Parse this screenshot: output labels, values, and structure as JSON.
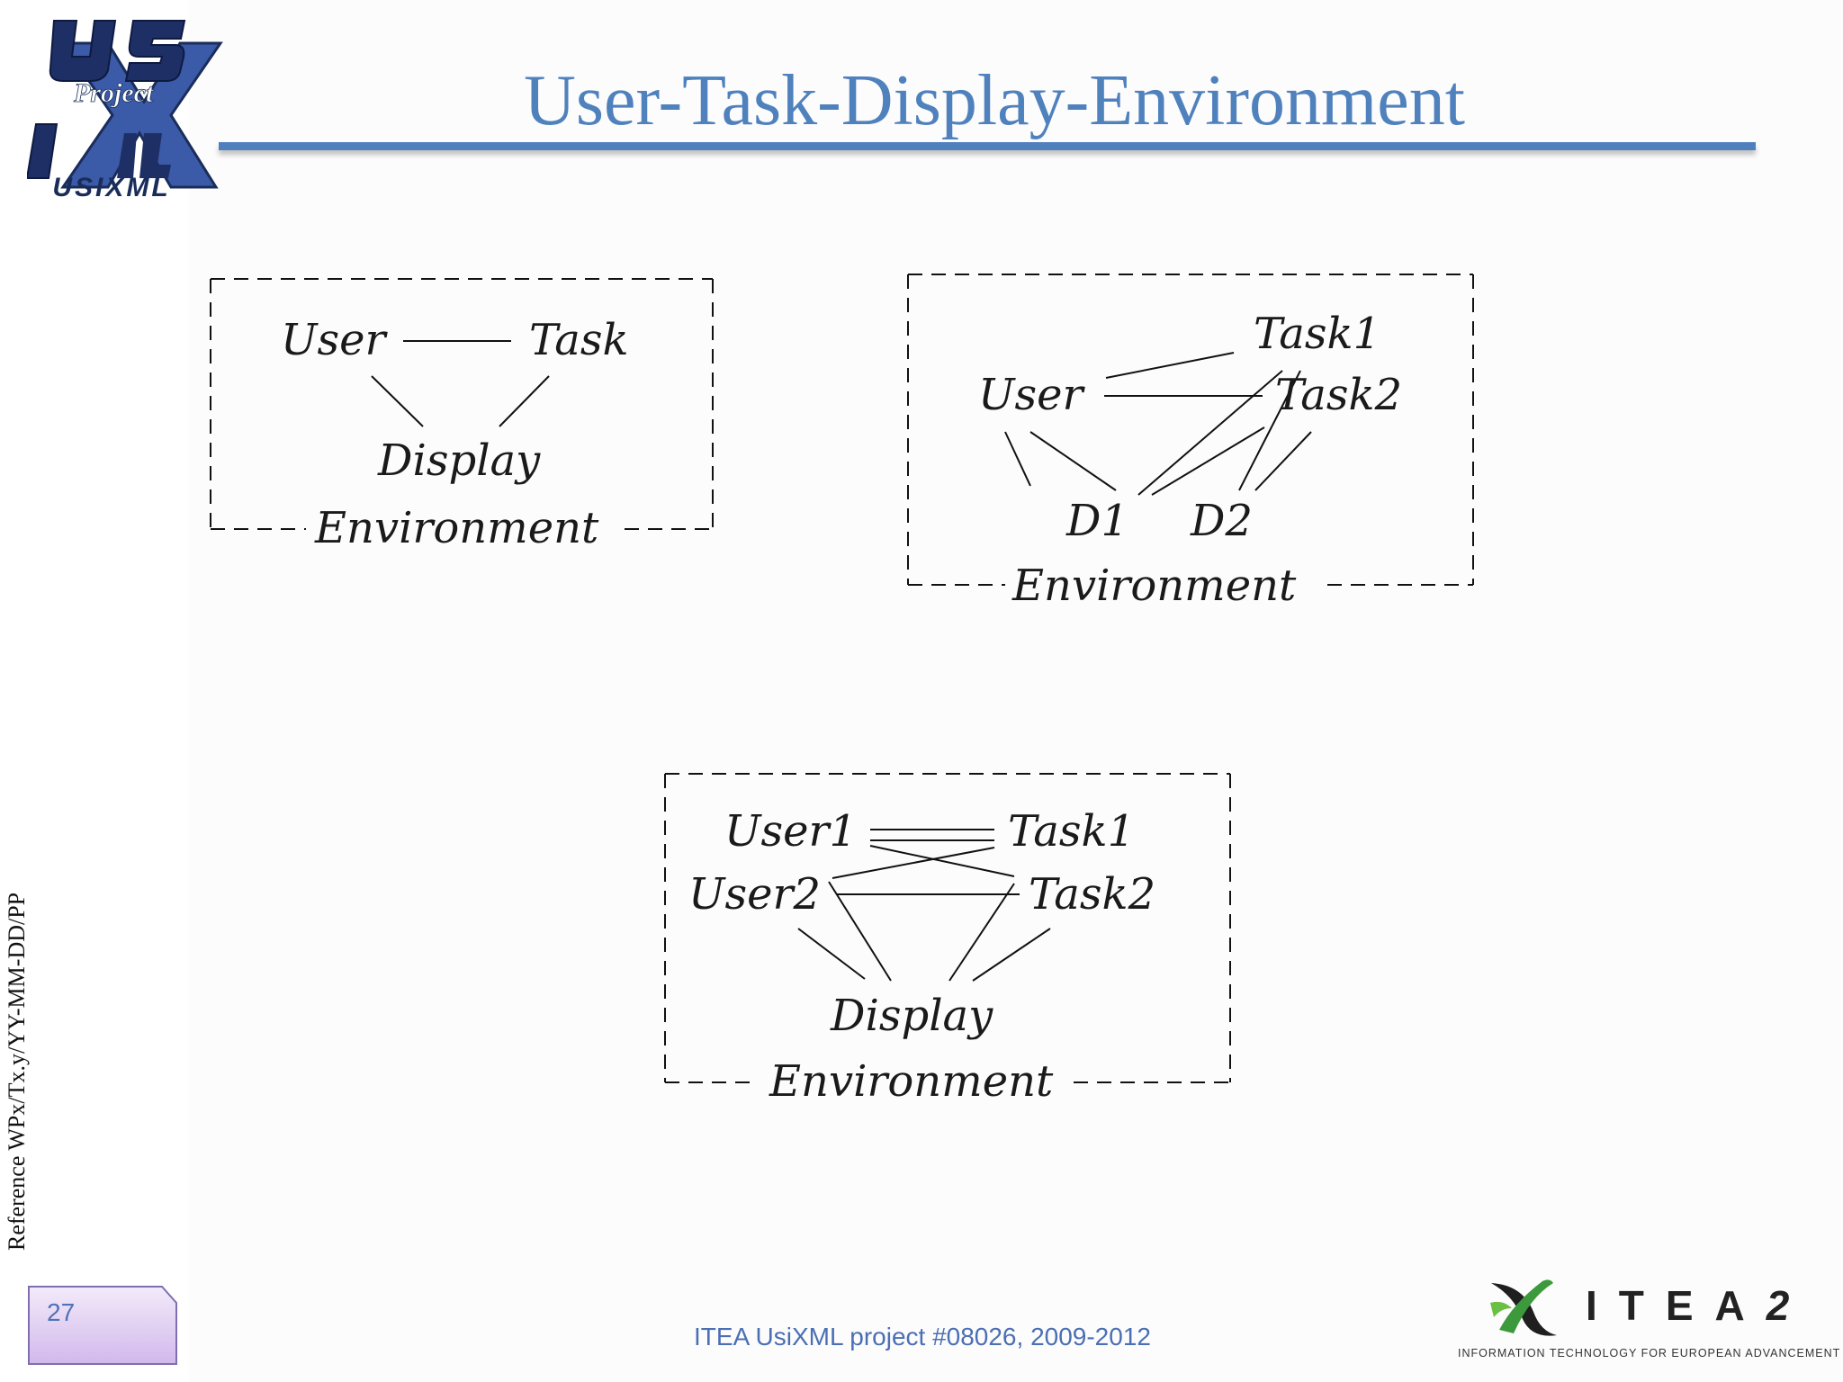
{
  "slide": {
    "title": "User-Task-Display-Environment",
    "reference": "Reference WPx/Tx.y/YY-MM-DD/PP",
    "page_number": "27",
    "footer": "ITEA UsiXML project #08026, 2009-2012"
  },
  "logo": {
    "project_word": "Project",
    "caption": "USIXML"
  },
  "itea_logo": {
    "word": "ITEA",
    "version_mark": "2",
    "tagline": "INFORMATION TECHNOLOGY FOR EUROPEAN ADVANCEMENT"
  },
  "diagram1": {
    "user": "User",
    "task": "Task",
    "display": "Display",
    "environment": "Environment"
  },
  "diagram2": {
    "user": "User",
    "task1": "Task1",
    "task2": "Task2",
    "d1": "D1",
    "d2": "D2",
    "environment": "Environment"
  },
  "diagram3": {
    "user1": "User1",
    "user2": "User2",
    "task1": "Task1",
    "task2": "Task2",
    "display": "Display",
    "environment": "Environment"
  },
  "colors": {
    "title": "#4f81bd",
    "rule": "#4f7fbd",
    "page_box": "#e3d3f2",
    "footer": "#4a6fb3"
  }
}
